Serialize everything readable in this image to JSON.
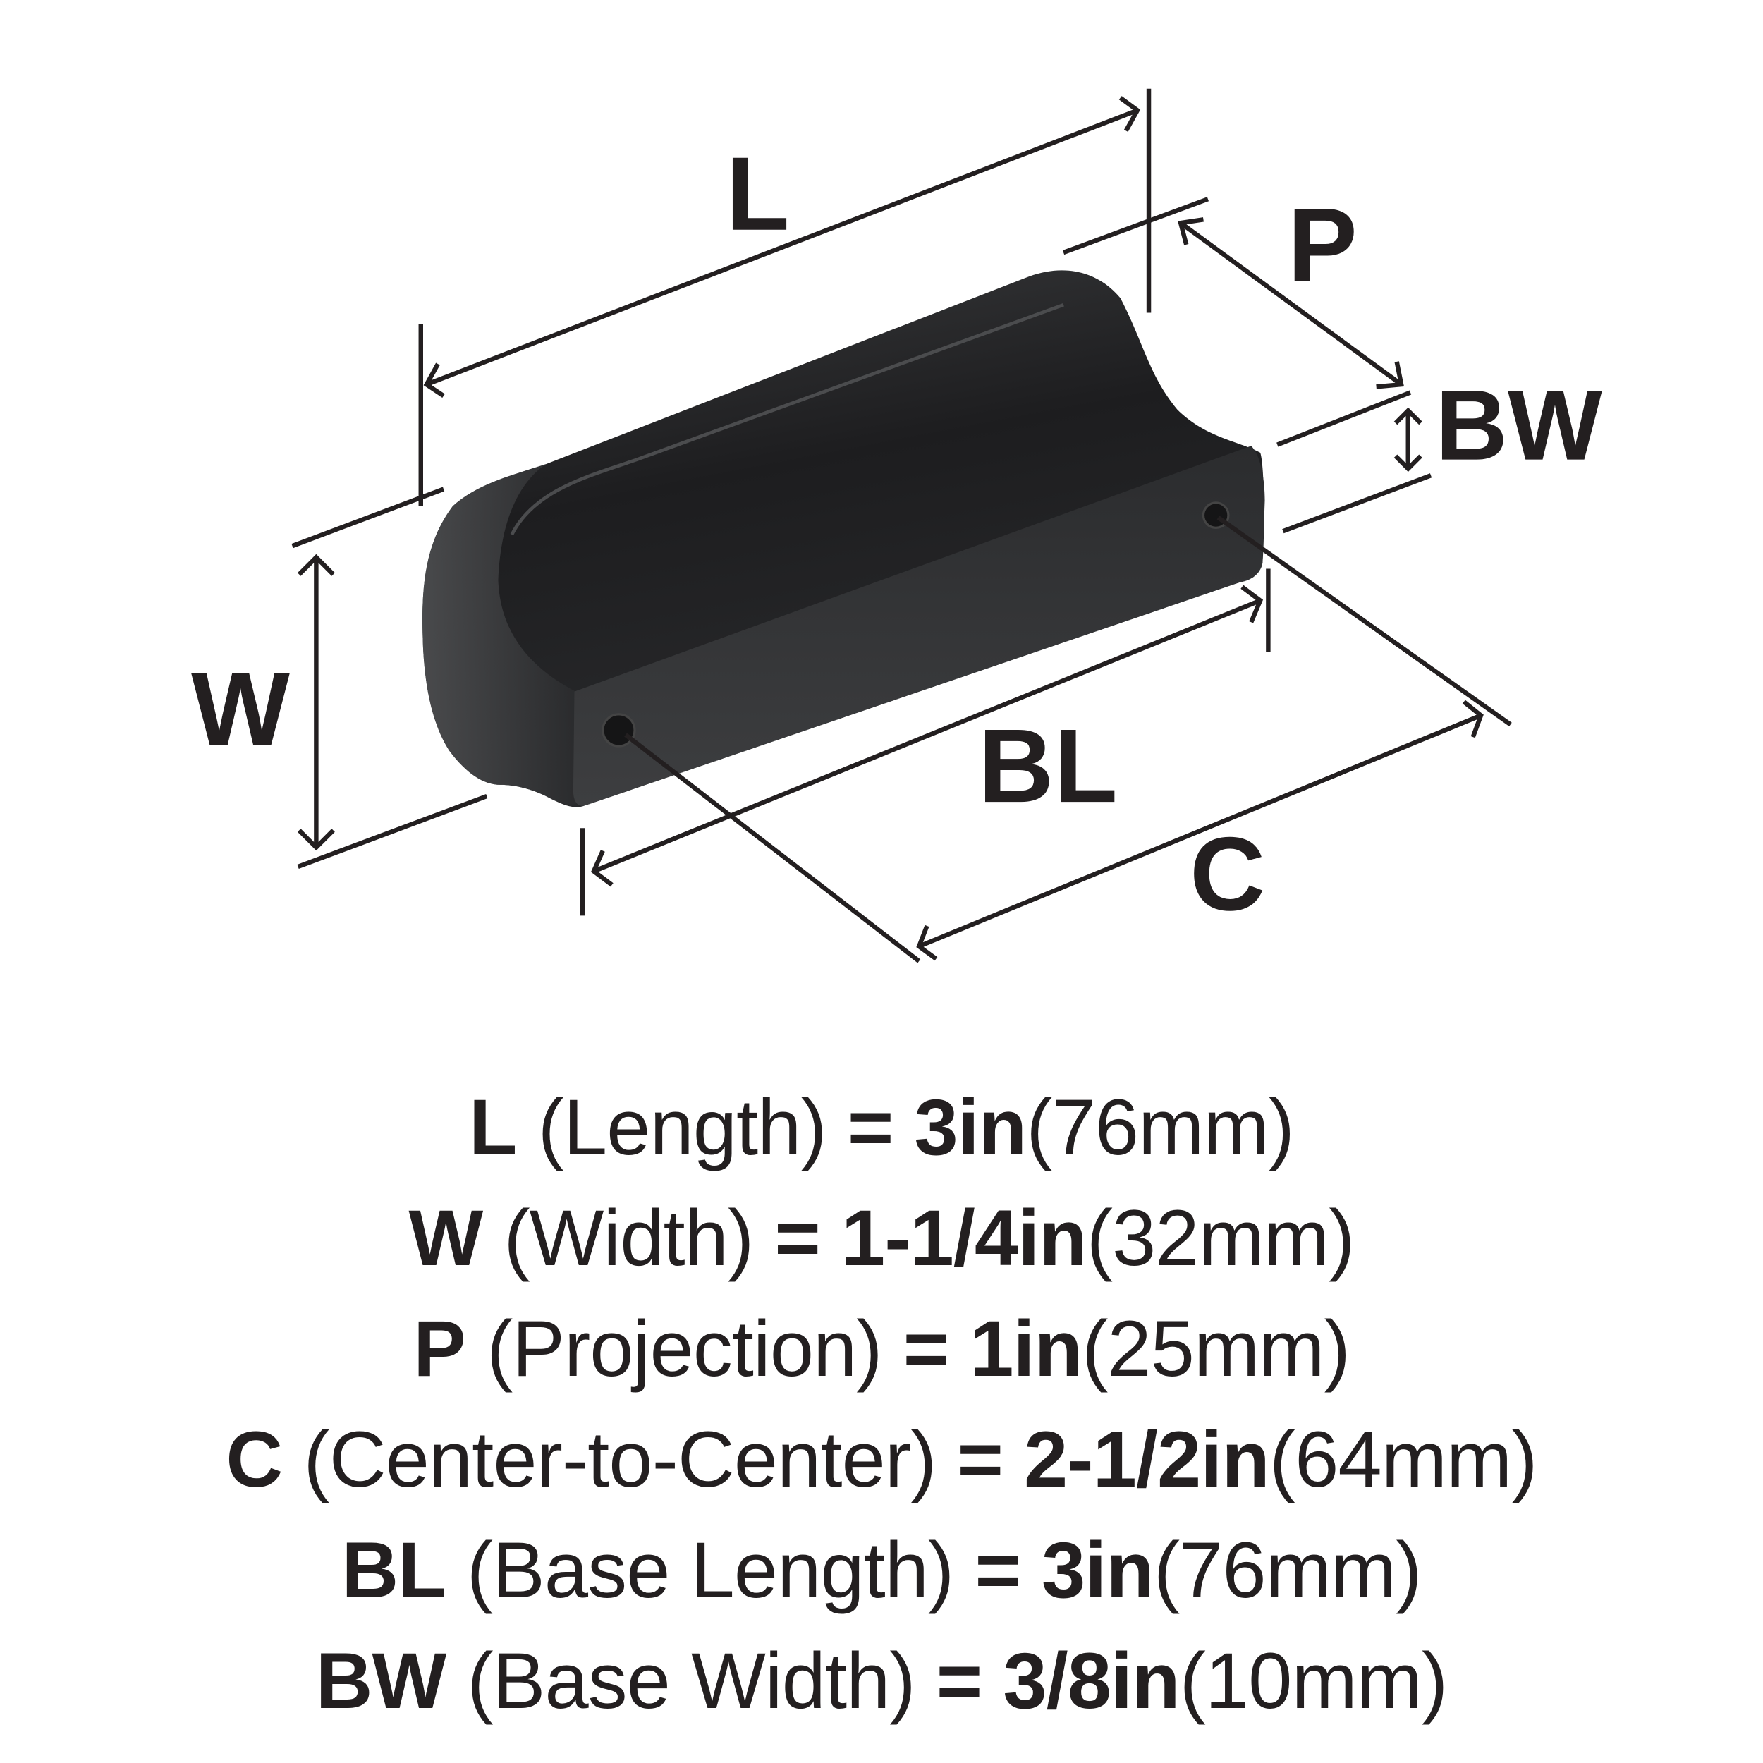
{
  "diagram": {
    "title": "Cabinet cup pull dimension drawing",
    "labels": {
      "L": "L",
      "P": "P",
      "BW": "BW",
      "W": "W",
      "BL": "BL",
      "C": "C"
    },
    "colors": {
      "line": "#231f20",
      "product_dark": "#1c1c1e",
      "product_mid": "#2e2f31",
      "product_light": "#4a4b4d",
      "background": "#ffffff"
    }
  },
  "specs": [
    {
      "code": "L",
      "name": "(Length)",
      "eq": "=",
      "imperial": "3in",
      "metric": "(76mm)"
    },
    {
      "code": "W",
      "name": "(Width)",
      "eq": "=",
      "imperial": "1-1/4in",
      "metric": "(32mm)"
    },
    {
      "code": "P",
      "name": "(Projection)",
      "eq": "=",
      "imperial": "1in",
      "metric": "(25mm)"
    },
    {
      "code": "C",
      "name": "(Center-to-Center)",
      "eq": "=",
      "imperial": "2-1/2in",
      "metric": "(64mm)"
    },
    {
      "code": "BL",
      "name": "(Base Length)",
      "eq": "=",
      "imperial": "3in",
      "metric": "(76mm)"
    },
    {
      "code": "BW",
      "name": "(Base Width)",
      "eq": "=",
      "imperial": "3/8in",
      "metric": "(10mm)"
    }
  ]
}
